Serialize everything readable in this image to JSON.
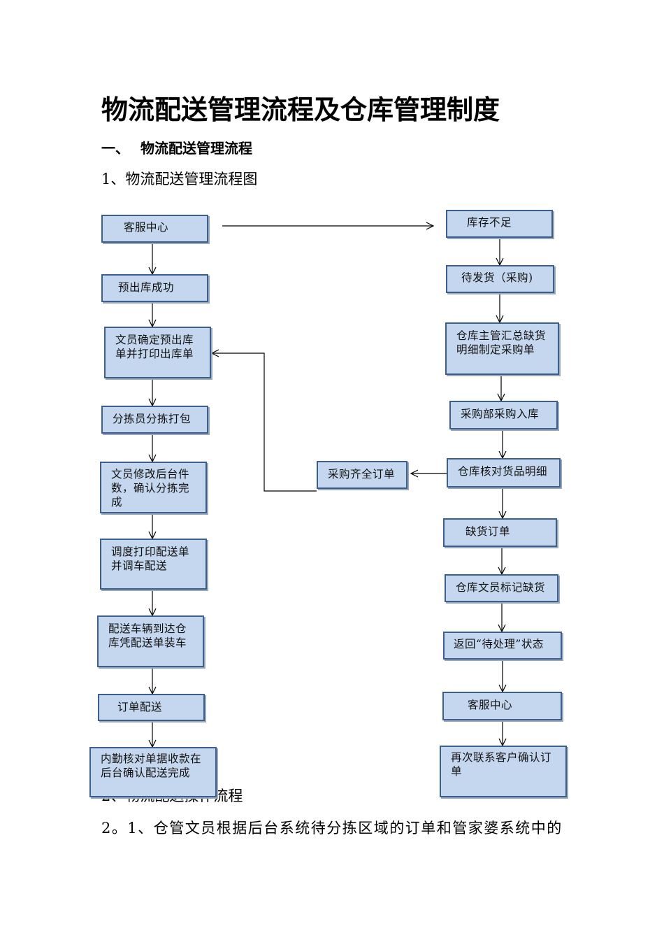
{
  "document": {
    "title": "物流配送管理流程及仓库管理制度",
    "section1": {
      "number": "一、",
      "text": "物流配送管理流程"
    },
    "subsection1": "1、物流配送管理流程图",
    "subsection2": "2、物流配送操作流程",
    "paragraph_2_1": "2。1、仓管文员根据后台系统待分拣区域的订单和管家婆系统中的"
  },
  "flowchart": {
    "left": [
      "客服中心",
      "预出库成功",
      "文员确定预出库单并打印出库单",
      "分拣员分拣打包",
      "文员修改后台件数，确认分拣完成",
      "调度打印配送单并调车配送",
      "配送车辆到达仓库凭配送单装车",
      "订单配送",
      "内勤核对单据收款在后台确认配送完成"
    ],
    "right": [
      "库存不足",
      "待发货（采购)",
      "仓库主管汇总缺货明细制定采购单",
      "采购部采购入库",
      "仓库核对货品明细",
      "缺货订单",
      "仓库文员标记缺货",
      "返回“待处理”状态",
      "客服中心",
      "再次联系客户确认订单"
    ],
    "middle": "采购齐全订单"
  },
  "colors": {
    "box_fill": "#c5d7ef",
    "box_border": "#3d5f8e",
    "connector": "#000000"
  }
}
